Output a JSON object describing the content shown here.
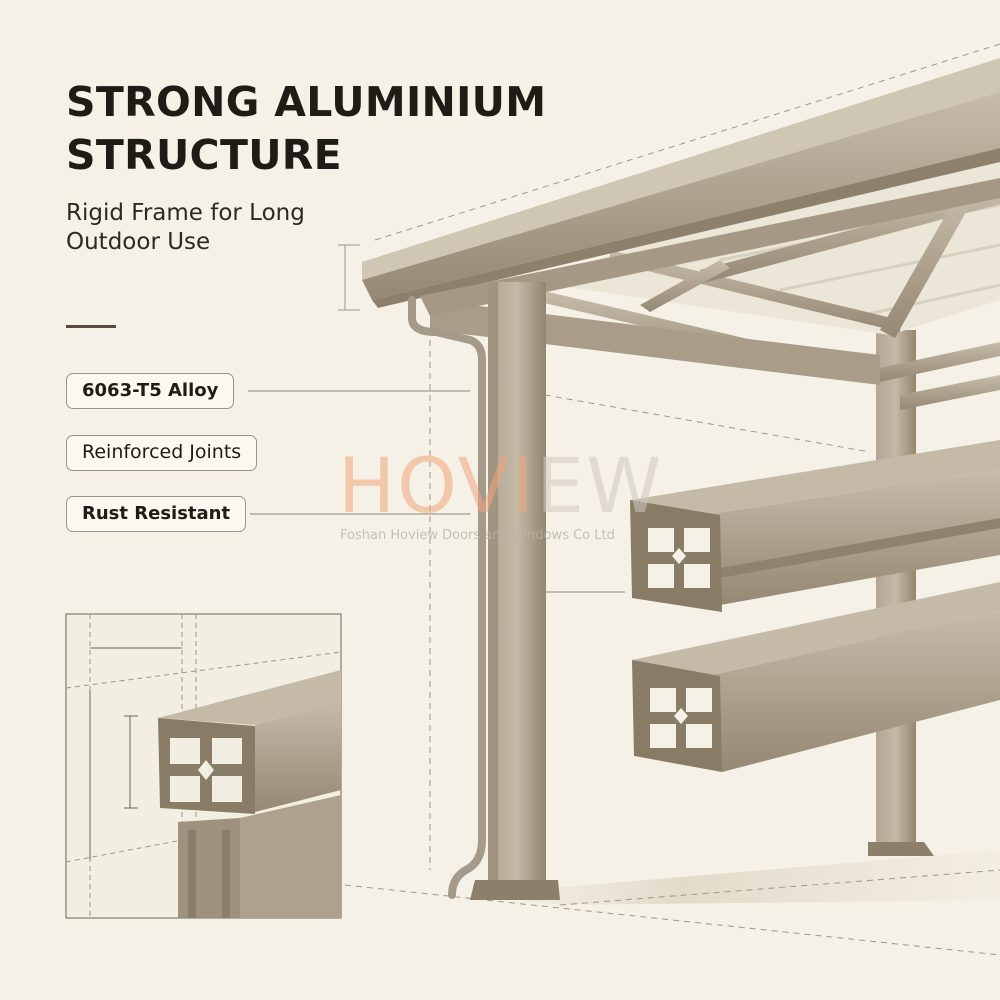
{
  "heading": {
    "title_line1": "STRONG ALUMINIUM",
    "title_line2": "STRUCTURE",
    "subtitle_line1": "Rigid Frame for Long",
    "subtitle_line2": "Outdoor Use"
  },
  "features": [
    {
      "label": "6063-T5 Alloy"
    },
    {
      "label": "Reinforced Joints"
    },
    {
      "label": "Rust Resistant"
    }
  ],
  "watermark": {
    "part1": "HOVI",
    "part2": "EW",
    "company": "Foshan Hoview Doors and windows Co Ltd",
    "color1": "#f0a57c",
    "color2": "#cfc9c0"
  },
  "colors": {
    "background": "#f6f1e6",
    "aluminium": "#a89c88",
    "aluminium_dark": "#7e7160",
    "roof_underside": "#ece6d8",
    "accent": "#5b4a3a"
  }
}
